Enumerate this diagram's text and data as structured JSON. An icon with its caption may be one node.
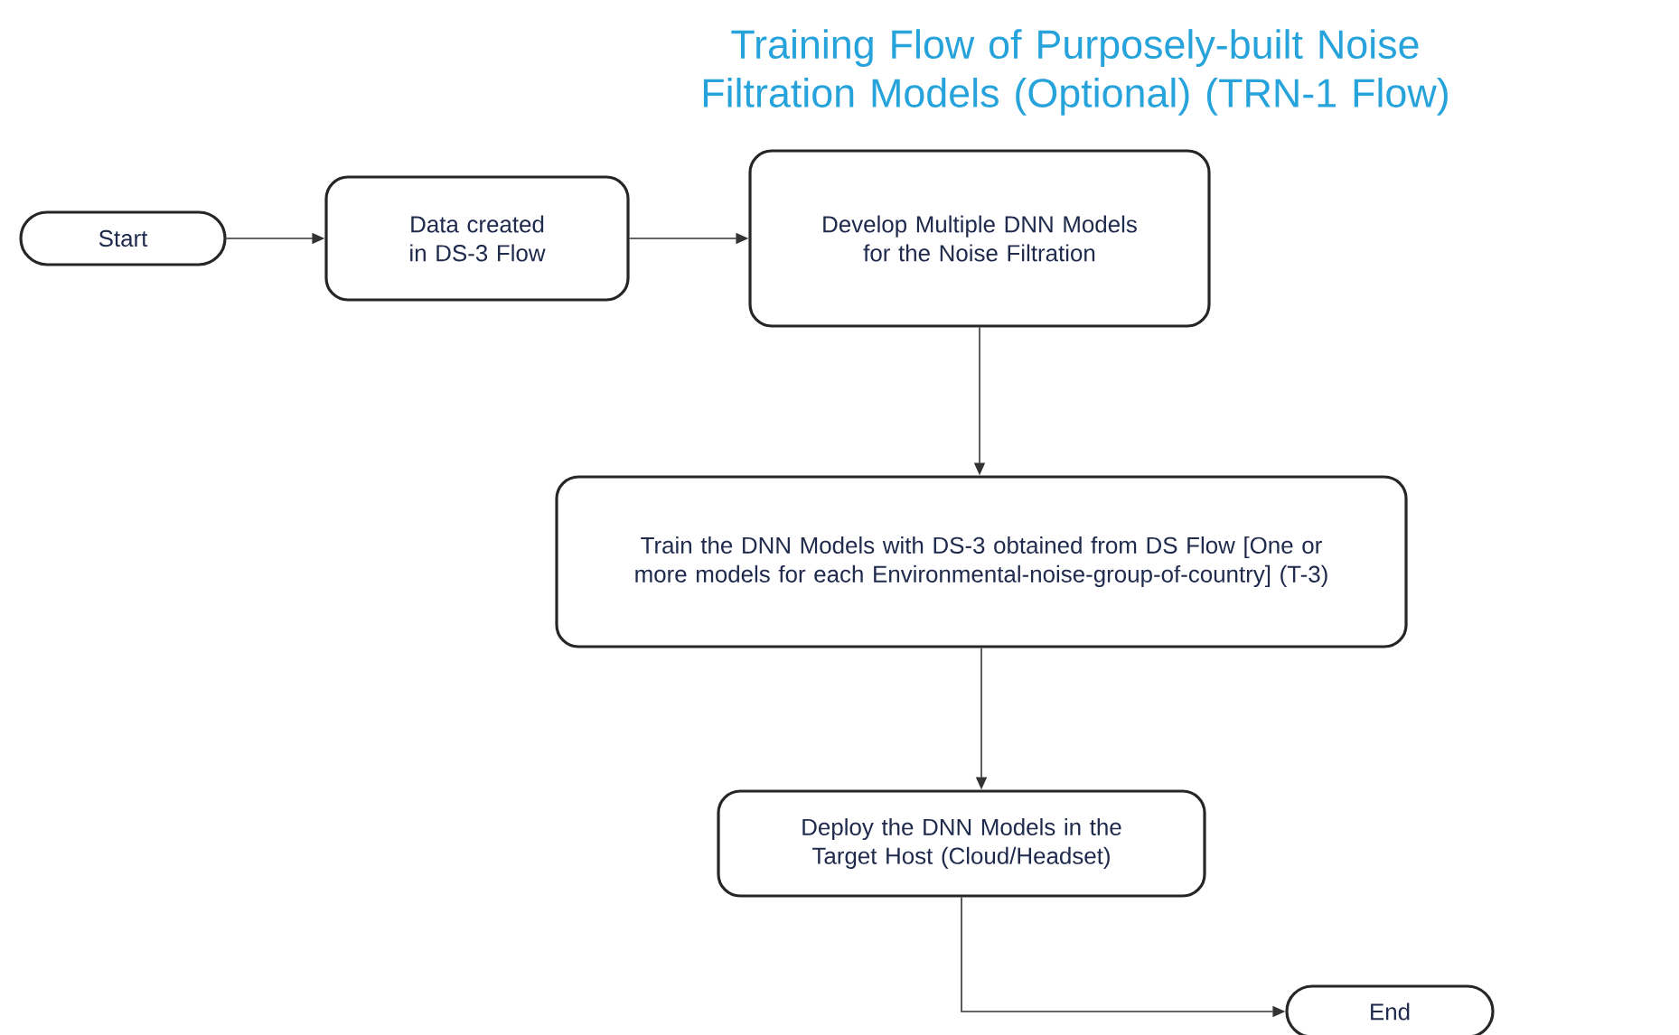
{
  "diagram": {
    "title": "Training Flow of Purposely-built Noise Filtration Models (Optional) (TRN-1 Flow)",
    "nodes": [
      {
        "text": [
          "Start"
        ]
      },
      {
        "text": [
          "Data created in DS-3 Flow"
        ]
      },
      {
        "text": [
          "Develop Multiple DNN Models for the Noise Filtration"
        ]
      },
      {
        "text": [
          "Train the DNN Models with DS-3 obtained from DS Flow [One or more models for each Environmental-noise-group-of-country] (T-3)"
        ]
      },
      {
        "text": [
          "Deploy the DNN Models in the Target Host (Cloud/Headset)"
        ]
      },
      {
        "text": [
          "End"
        ]
      }
    ],
    "edges": [
      {
        "from": 0,
        "to": 1,
        "arrow": "to"
      },
      {
        "from": 1,
        "to": 2,
        "arrow": "to"
      },
      {
        "from": 2,
        "to": 3,
        "arrow": "to"
      },
      {
        "from": 3,
        "to": 4,
        "arrow": "to"
      },
      {
        "from": 4,
        "to": 5,
        "arrow": "to"
      }
    ]
  }
}
